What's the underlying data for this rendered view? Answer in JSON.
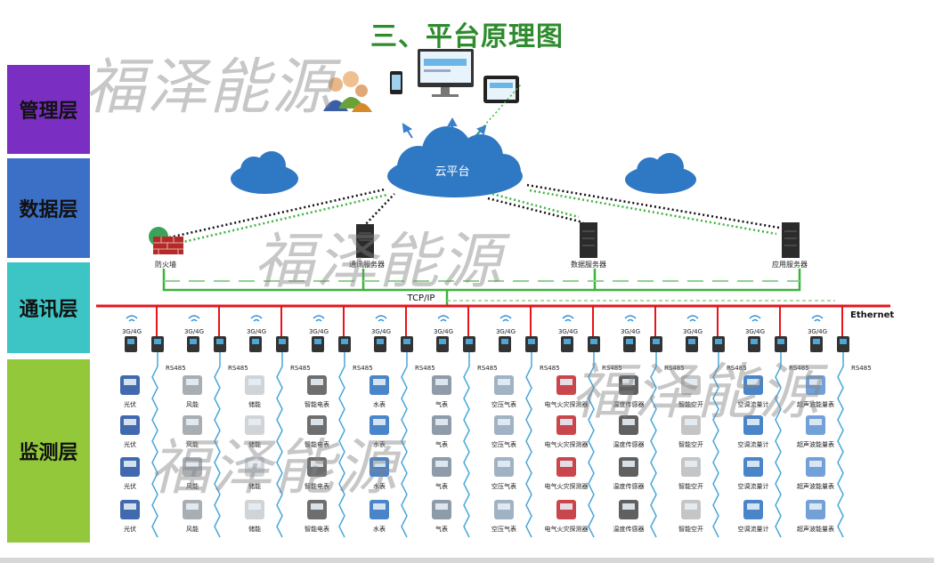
{
  "title": "三、平台原理图",
  "layers": {
    "management": "管理层",
    "data": "数据层",
    "communication": "通讯层",
    "monitoring": "监测层"
  },
  "layer_colors": {
    "management": "#7b2fc2",
    "data": "#3c6fc6",
    "communication": "#3dc4c4",
    "monitoring": "#93c83b"
  },
  "cloud_label": "云平台",
  "servers": {
    "firewall": "防火墙",
    "comm_server": "通讯服务器",
    "data_server": "数据服务器",
    "app_server": "应用服务器"
  },
  "network": {
    "tcpip": "TCP/IP",
    "ethernet": "Ethernet"
  },
  "gateway": {
    "wireless": "3G/4G",
    "bus": "RS485"
  },
  "columns": [
    {
      "labels": [
        "光伏",
        "光伏",
        "光伏",
        "光伏"
      ]
    },
    {
      "labels": [
        "风能",
        "风能",
        "风能",
        "风能"
      ]
    },
    {
      "labels": [
        "储能",
        "储能",
        "储能",
        "储能"
      ]
    },
    {
      "labels": [
        "智能电表",
        "智能电表",
        "智能电表",
        "智能电表"
      ]
    },
    {
      "labels": [
        "水表",
        "水表",
        "水表",
        "水表"
      ]
    },
    {
      "labels": [
        "气表",
        "气表",
        "气表",
        "气表"
      ]
    },
    {
      "labels": [
        "空压气表",
        "空压气表",
        "空压气表",
        "空压气表"
      ]
    },
    {
      "labels": [
        "电气火灾探测器",
        "电气火灾探测器",
        "电气火灾探测器",
        "电气火灾探测器"
      ]
    },
    {
      "labels": [
        "温度传感器",
        "温度传感器",
        "温度传感器",
        "温度传感器"
      ]
    },
    {
      "labels": [
        "智能空开",
        "智能空开",
        "智能空开",
        "智能空开"
      ]
    },
    {
      "labels": [
        "空调流量计",
        "空调流量计",
        "空调流量计",
        "空调流量计"
      ]
    },
    {
      "labels": [
        "超声波能量表",
        "超声波能量表",
        "超声波能量表",
        "超声波能量表"
      ]
    }
  ],
  "watermark": "福泽能源",
  "colors": {
    "title": "#2e8b2e",
    "ethernet": "#e8141b",
    "green_line": "#3cb43c",
    "rs485": "#4aa7d8",
    "cloud": "#2f78c4"
  }
}
